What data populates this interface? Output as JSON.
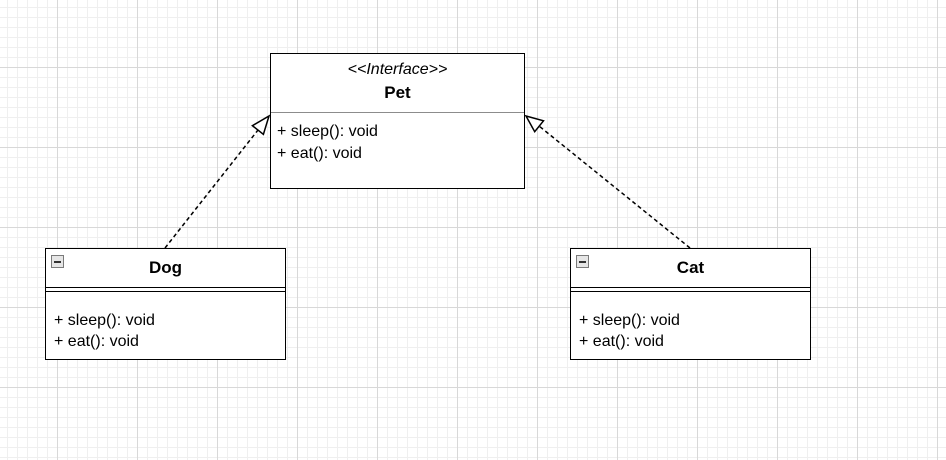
{
  "interface": {
    "stereotype": "<<Interface>>",
    "name": "Pet",
    "methods": [
      "+ sleep(): void",
      "+ eat(): void"
    ]
  },
  "classes": [
    {
      "name": "Dog",
      "methods": [
        "+ sleep(): void",
        "+ eat(): void"
      ]
    },
    {
      "name": "Cat",
      "methods": [
        "+ sleep(): void",
        "+ eat(): void"
      ]
    }
  ],
  "relationships": [
    {
      "type": "realization",
      "from": "Dog",
      "to": "Pet"
    },
    {
      "type": "realization",
      "from": "Cat",
      "to": "Pet"
    }
  ],
  "icons": {
    "class_collapse": "collapse-icon"
  }
}
